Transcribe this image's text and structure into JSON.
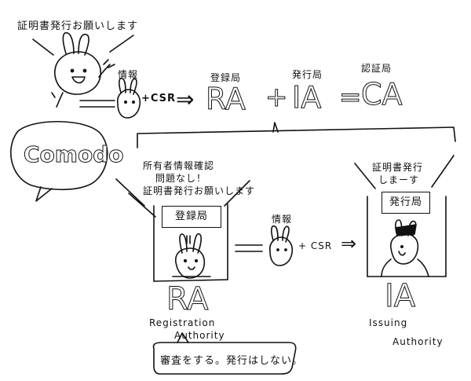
{
  "top": {
    "request_line": "証明書発行お願いします",
    "info_label": "情報",
    "csr_label": "+CSR",
    "arrow": "⇒",
    "ra_caption": "登録局",
    "ra_big": "RA",
    "plus": "+",
    "ia_caption": "発行局",
    "ia_big": "IA",
    "equals": "=",
    "ca_caption": "認証局",
    "ca_big": "CA"
  },
  "comodo": {
    "name": "Comodo"
  },
  "ra_section": {
    "speech_line1": "所有者情報確認",
    "speech_line2": "問題なし！",
    "speech_line3": "証明書発行お願いします",
    "desk_sign": "登録局",
    "big_label": "RA",
    "name_line1": "Registration",
    "name_line2": "Authority",
    "note": "審査をする。発行はしない。"
  },
  "middle": {
    "info_label": "情報",
    "csr_label": "+ CSR",
    "arrow": "⇒"
  },
  "ia_section": {
    "speech_line1": "証明書発行",
    "speech_line2": "しまーす",
    "desk_sign": "発行局",
    "big_label": "IA",
    "name_line1": "Issuing",
    "name_line2": "Authority"
  }
}
